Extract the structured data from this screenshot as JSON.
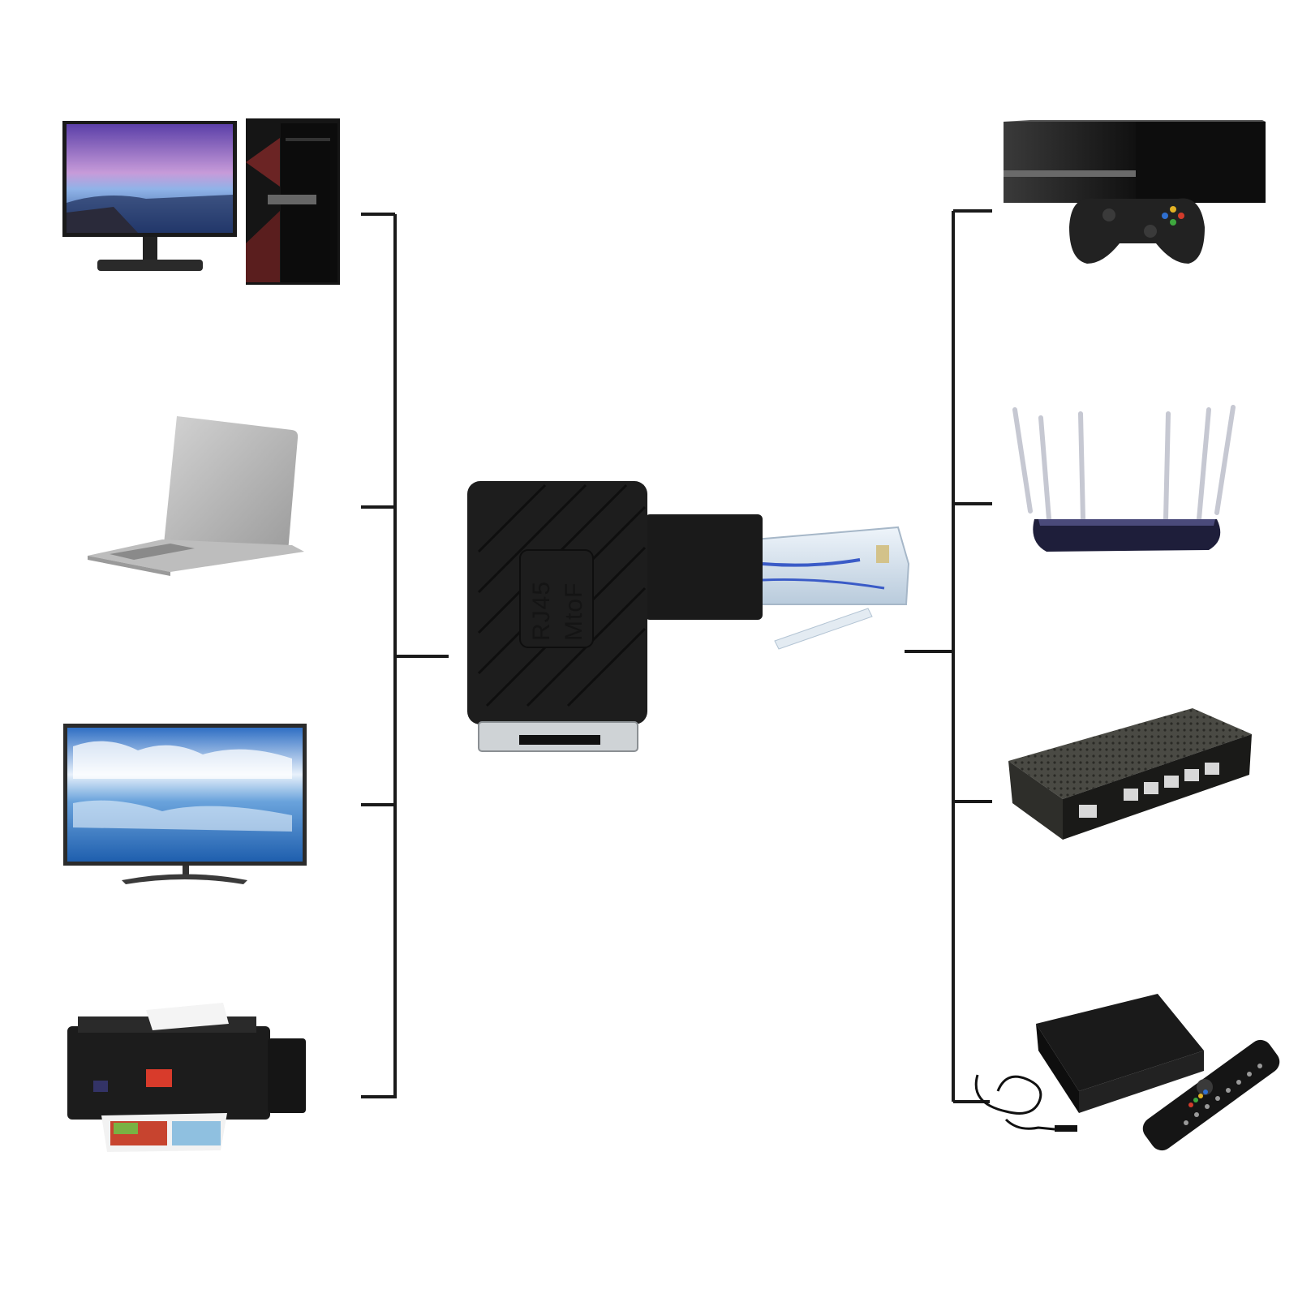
{
  "diagram": {
    "adapter": {
      "label_line1": "RJ45",
      "label_line2": "MtoF",
      "body_color": "#1d1d1d",
      "connector_color": "#c9d8e6"
    },
    "left_devices": [
      {
        "id": "desktop-pc",
        "icon": "desktop-computer-icon"
      },
      {
        "id": "laptop",
        "icon": "laptop-icon"
      },
      {
        "id": "tv",
        "icon": "television-icon"
      },
      {
        "id": "printer",
        "icon": "printer-icon"
      }
    ],
    "right_devices": [
      {
        "id": "game-console",
        "icon": "game-console-icon"
      },
      {
        "id": "router",
        "icon": "wifi-router-icon"
      },
      {
        "id": "network-switch",
        "icon": "network-switch-icon"
      },
      {
        "id": "set-top-box",
        "icon": "set-top-box-icon"
      }
    ],
    "colors": {
      "line": "#1a1a1a",
      "background": "#ffffff"
    }
  }
}
